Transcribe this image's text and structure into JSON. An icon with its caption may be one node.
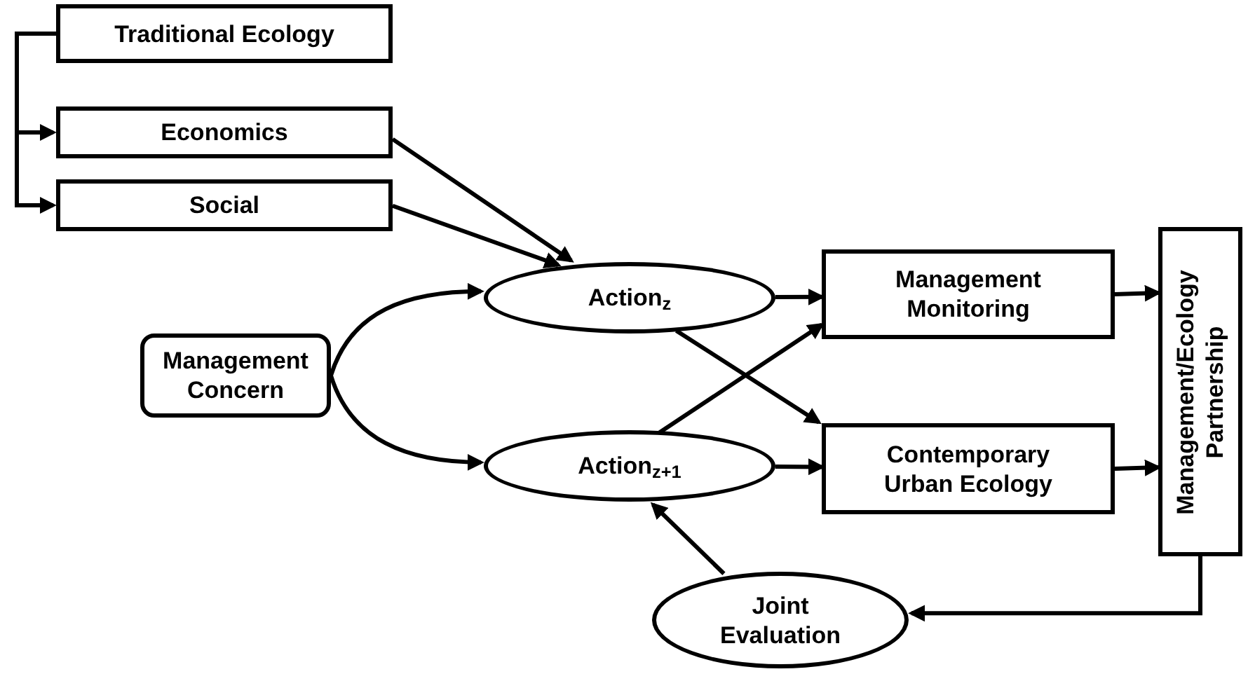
{
  "diagram": {
    "nodes": [
      {
        "text": [
          "Traditional Ecology"
        ]
      },
      {
        "text": [
          "Economics"
        ]
      },
      {
        "text": [
          "Social"
        ]
      },
      {
        "text": [
          "Management Concern"
        ]
      },
      {
        "text": [
          "Action$_{z}$"
        ]
      },
      {
        "text": [
          "Action$_{z+1}$"
        ]
      },
      {
        "text": [
          "Management Monitoring"
        ]
      },
      {
        "text": [
          "Contemporary Urban Ecology"
        ]
      },
      {
        "text": [
          "Management/Ecology Partnership"
        ]
      },
      {
        "text": [
          "Joint Evaluation"
        ]
      }
    ],
    "edges": [
      {
        "from": 0,
        "to": 1,
        "arrow": "to"
      },
      {
        "from": 0,
        "to": 2,
        "arrow": "to"
      },
      {
        "from": 1,
        "to": 4,
        "arrow": "to"
      },
      {
        "from": 2,
        "to": 4,
        "arrow": "to"
      },
      {
        "from": 3,
        "to": 4,
        "arrow": "to"
      },
      {
        "from": 3,
        "to": 5,
        "arrow": "to"
      },
      {
        "from": 4,
        "to": 6,
        "arrow": "to"
      },
      {
        "from": 4,
        "to": 7,
        "arrow": "to"
      },
      {
        "from": 5,
        "to": 6,
        "arrow": "to"
      },
      {
        "from": 5,
        "to": 7,
        "arrow": "to"
      },
      {
        "from": 6,
        "to": 8,
        "arrow": "to"
      },
      {
        "from": 7,
        "to": 8,
        "arrow": "to"
      },
      {
        "from": 8,
        "to": 9,
        "arrow": "to"
      },
      {
        "from": 9,
        "to": 5,
        "arrow": "to"
      }
    ]
  }
}
